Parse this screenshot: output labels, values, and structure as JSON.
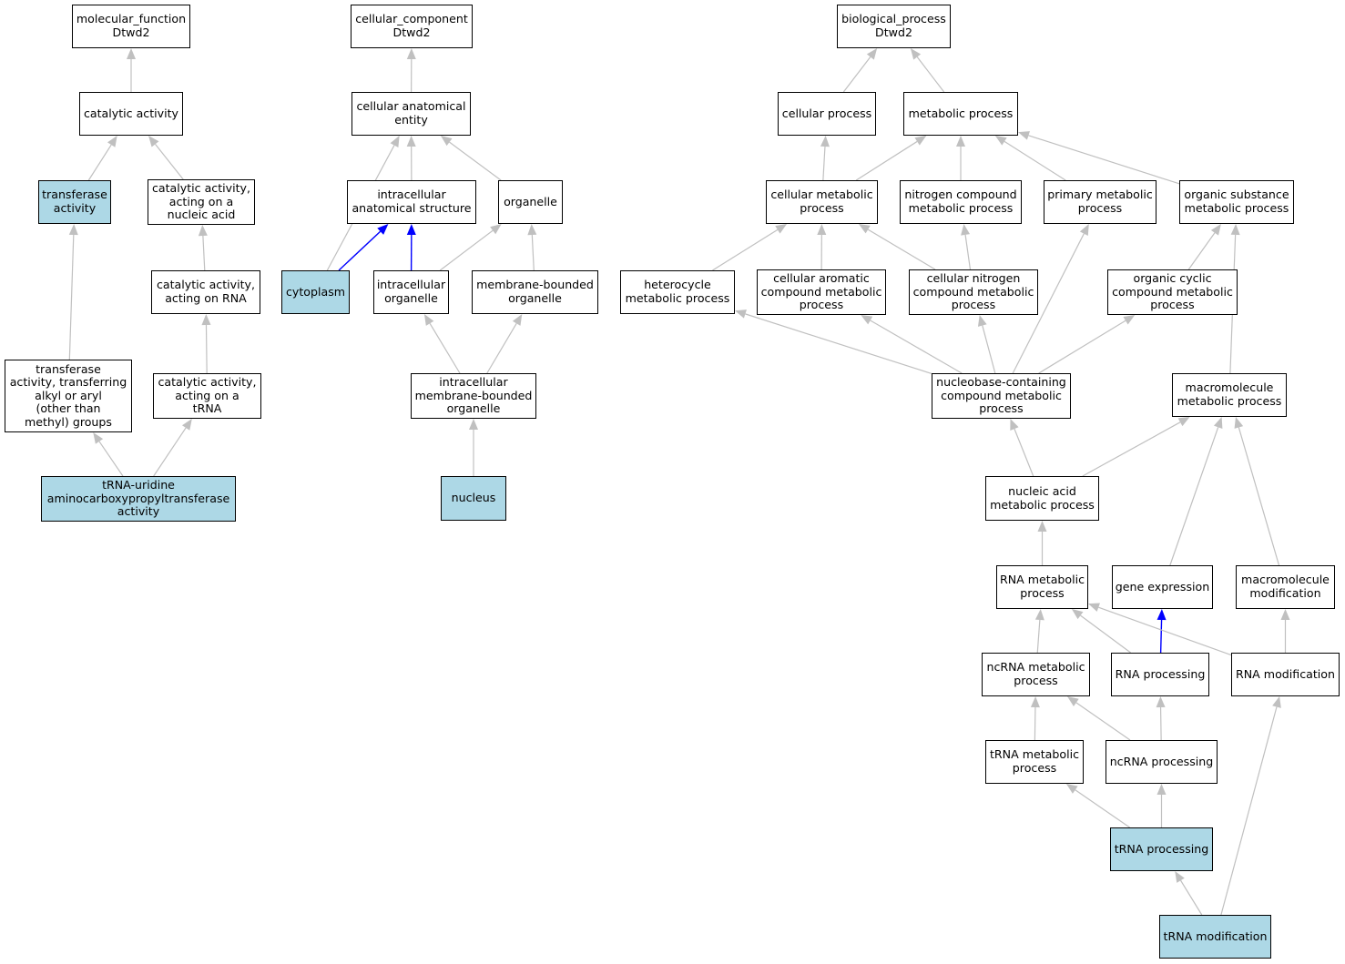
{
  "colors": {
    "highlight": "#add8e6",
    "edge_default": "#c0c0c0",
    "edge_direct": "#0000ff",
    "border": "#000000"
  },
  "nodes": {
    "mf_root": {
      "label": "molecular_function\nDtwd2",
      "highlight": false
    },
    "catalytic_activity": {
      "label": "catalytic activity",
      "highlight": false
    },
    "transferase_activity": {
      "label": "transferase\nactivity",
      "highlight": true
    },
    "cat_nucleic": {
      "label": "catalytic activity,\nacting on a\nnucleic acid",
      "highlight": false
    },
    "cat_rna": {
      "label": "catalytic activity,\nacting on RNA",
      "highlight": false
    },
    "transferase_alkyl": {
      "label": "transferase\nactivity, transferring\nalkyl or aryl\n(other than\nmethyl) groups",
      "highlight": false
    },
    "cat_trna": {
      "label": "catalytic activity,\nacting on a\ntRNA",
      "highlight": false
    },
    "trna_uridine": {
      "label": "tRNA-uridine\naminocarboxypropyltransferase\nactivity",
      "highlight": true
    },
    "cc_root": {
      "label": "cellular_component\nDtwd2",
      "highlight": false
    },
    "cell_anat": {
      "label": "cellular anatomical\nentity",
      "highlight": false
    },
    "intra_anat": {
      "label": "intracellular\nanatomical structure",
      "highlight": false
    },
    "organelle": {
      "label": "organelle",
      "highlight": false
    },
    "cytoplasm": {
      "label": "cytoplasm",
      "highlight": true
    },
    "intra_org": {
      "label": "intracellular\norganelle",
      "highlight": false
    },
    "mem_org": {
      "label": "membrane-bounded\norganelle",
      "highlight": false
    },
    "intra_mem_org": {
      "label": "intracellular\nmembrane-bounded\norganelle",
      "highlight": false
    },
    "nucleus": {
      "label": "nucleus",
      "highlight": true
    },
    "bp_root": {
      "label": "biological_process\nDtwd2",
      "highlight": false
    },
    "cellular_process": {
      "label": "cellular process",
      "highlight": false
    },
    "metabolic_process": {
      "label": "metabolic process",
      "highlight": false
    },
    "cell_met": {
      "label": "cellular metabolic\nprocess",
      "highlight": false
    },
    "nitro_met": {
      "label": "nitrogen compound\nmetabolic process",
      "highlight": false
    },
    "primary_met": {
      "label": "primary metabolic\nprocess",
      "highlight": false
    },
    "org_sub_met": {
      "label": "organic substance\nmetabolic process",
      "highlight": false
    },
    "hetero_met": {
      "label": "heterocycle\nmetabolic process",
      "highlight": false
    },
    "arom_met": {
      "label": "cellular aromatic\ncompound metabolic\nprocess",
      "highlight": false
    },
    "cell_nitro_met": {
      "label": "cellular nitrogen\ncompound metabolic\nprocess",
      "highlight": false
    },
    "org_cyc_met": {
      "label": "organic cyclic\ncompound metabolic\nprocess",
      "highlight": false
    },
    "nucleobase_met": {
      "label": "nucleobase-containing\ncompound metabolic\nprocess",
      "highlight": false
    },
    "macro_met": {
      "label": "macromolecule\nmetabolic process",
      "highlight": false
    },
    "nucleic_met": {
      "label": "nucleic acid\nmetabolic process",
      "highlight": false
    },
    "rna_met": {
      "label": "RNA metabolic\nprocess",
      "highlight": false
    },
    "gene_expr": {
      "label": "gene expression",
      "highlight": false
    },
    "macro_mod": {
      "label": "macromolecule\nmodification",
      "highlight": false
    },
    "ncrna_met": {
      "label": "ncRNA metabolic\nprocess",
      "highlight": false
    },
    "rna_proc": {
      "label": "RNA processing",
      "highlight": false
    },
    "rna_mod": {
      "label": "RNA modification",
      "highlight": false
    },
    "trna_met": {
      "label": "tRNA metabolic\nprocess",
      "highlight": false
    },
    "ncrna_proc": {
      "label": "ncRNA processing",
      "highlight": false
    },
    "trna_proc": {
      "label": "tRNA processing",
      "highlight": true
    },
    "trna_mod": {
      "label": "tRNA modification",
      "highlight": true
    }
  },
  "edges": [
    {
      "from": "catalytic_activity",
      "to": "mf_root",
      "direct": false
    },
    {
      "from": "transferase_activity",
      "to": "catalytic_activity",
      "direct": false
    },
    {
      "from": "cat_nucleic",
      "to": "catalytic_activity",
      "direct": false
    },
    {
      "from": "cat_rna",
      "to": "cat_nucleic",
      "direct": false
    },
    {
      "from": "cat_trna",
      "to": "cat_rna",
      "direct": false
    },
    {
      "from": "transferase_alkyl",
      "to": "transferase_activity",
      "direct": false
    },
    {
      "from": "trna_uridine",
      "to": "transferase_alkyl",
      "direct": false
    },
    {
      "from": "trna_uridine",
      "to": "cat_trna",
      "direct": false
    },
    {
      "from": "cell_anat",
      "to": "cc_root",
      "direct": false
    },
    {
      "from": "intra_anat",
      "to": "cell_anat",
      "direct": false
    },
    {
      "from": "organelle",
      "to": "cell_anat",
      "direct": false
    },
    {
      "from": "cytoplasm",
      "to": "cell_anat",
      "direct": false
    },
    {
      "from": "cytoplasm",
      "to": "intra_anat",
      "direct": true
    },
    {
      "from": "intra_org",
      "to": "intra_anat",
      "direct": true
    },
    {
      "from": "intra_org",
      "to": "organelle",
      "direct": false
    },
    {
      "from": "mem_org",
      "to": "organelle",
      "direct": false
    },
    {
      "from": "intra_mem_org",
      "to": "intra_org",
      "direct": false
    },
    {
      "from": "intra_mem_org",
      "to": "mem_org",
      "direct": false
    },
    {
      "from": "nucleus",
      "to": "intra_mem_org",
      "direct": false
    },
    {
      "from": "cellular_process",
      "to": "bp_root",
      "direct": false
    },
    {
      "from": "metabolic_process",
      "to": "bp_root",
      "direct": false
    },
    {
      "from": "cell_met",
      "to": "cellular_process",
      "direct": false
    },
    {
      "from": "cell_met",
      "to": "metabolic_process",
      "direct": false
    },
    {
      "from": "nitro_met",
      "to": "metabolic_process",
      "direct": false
    },
    {
      "from": "primary_met",
      "to": "metabolic_process",
      "direct": false
    },
    {
      "from": "org_sub_met",
      "to": "metabolic_process",
      "direct": false
    },
    {
      "from": "hetero_met",
      "to": "cell_met",
      "direct": false
    },
    {
      "from": "arom_met",
      "to": "cell_met",
      "direct": false
    },
    {
      "from": "cell_nitro_met",
      "to": "cell_met",
      "direct": false
    },
    {
      "from": "cell_nitro_met",
      "to": "nitro_met",
      "direct": false
    },
    {
      "from": "org_cyc_met",
      "to": "org_sub_met",
      "direct": false
    },
    {
      "from": "nucleobase_met",
      "to": "hetero_met",
      "direct": false
    },
    {
      "from": "nucleobase_met",
      "to": "arom_met",
      "direct": false
    },
    {
      "from": "nucleobase_met",
      "to": "cell_nitro_met",
      "direct": false
    },
    {
      "from": "nucleobase_met",
      "to": "primary_met",
      "direct": false
    },
    {
      "from": "nucleobase_met",
      "to": "org_cyc_met",
      "direct": false
    },
    {
      "from": "macro_met",
      "to": "org_sub_met",
      "direct": false
    },
    {
      "from": "nucleic_met",
      "to": "nucleobase_met",
      "direct": false
    },
    {
      "from": "nucleic_met",
      "to": "macro_met",
      "direct": false
    },
    {
      "from": "rna_met",
      "to": "nucleic_met",
      "direct": false
    },
    {
      "from": "gene_expr",
      "to": "macro_met",
      "direct": false
    },
    {
      "from": "macro_mod",
      "to": "macro_met",
      "direct": false
    },
    {
      "from": "ncrna_met",
      "to": "rna_met",
      "direct": false
    },
    {
      "from": "rna_proc",
      "to": "rna_met",
      "direct": false
    },
    {
      "from": "rna_proc",
      "to": "gene_expr",
      "direct": true
    },
    {
      "from": "rna_mod",
      "to": "rna_met",
      "direct": false
    },
    {
      "from": "rna_mod",
      "to": "macro_mod",
      "direct": false
    },
    {
      "from": "trna_met",
      "to": "ncrna_met",
      "direct": false
    },
    {
      "from": "ncrna_proc",
      "to": "ncrna_met",
      "direct": false
    },
    {
      "from": "ncrna_proc",
      "to": "rna_proc",
      "direct": false
    },
    {
      "from": "trna_proc",
      "to": "trna_met",
      "direct": false
    },
    {
      "from": "trna_proc",
      "to": "ncrna_proc",
      "direct": false
    },
    {
      "from": "trna_mod",
      "to": "trna_proc",
      "direct": false
    },
    {
      "from": "trna_mod",
      "to": "rna_mod",
      "direct": false
    }
  ]
}
